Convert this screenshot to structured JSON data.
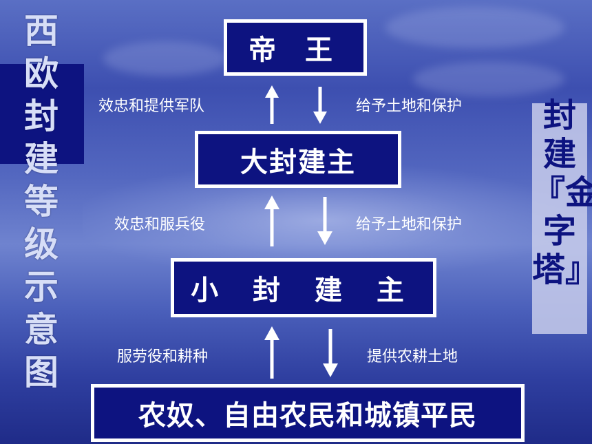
{
  "diagram": {
    "left_title": "西欧封建等级示意图",
    "right_title": "封建『金字塔』",
    "levels": [
      {
        "label": "帝 王"
      },
      {
        "label": "大封建主"
      },
      {
        "label": "小 封 建 主"
      },
      {
        "label": "农奴、自由农民和城镇平民"
      }
    ],
    "relations": [
      {
        "up_label": "效忠和提供军队",
        "down_label": "给予土地和保护"
      },
      {
        "up_label": "效忠和服兵役",
        "down_label": "给予土地和保护"
      },
      {
        "up_label": "服劳役和耕种",
        "down_label": "提供农耕土地"
      }
    ]
  }
}
